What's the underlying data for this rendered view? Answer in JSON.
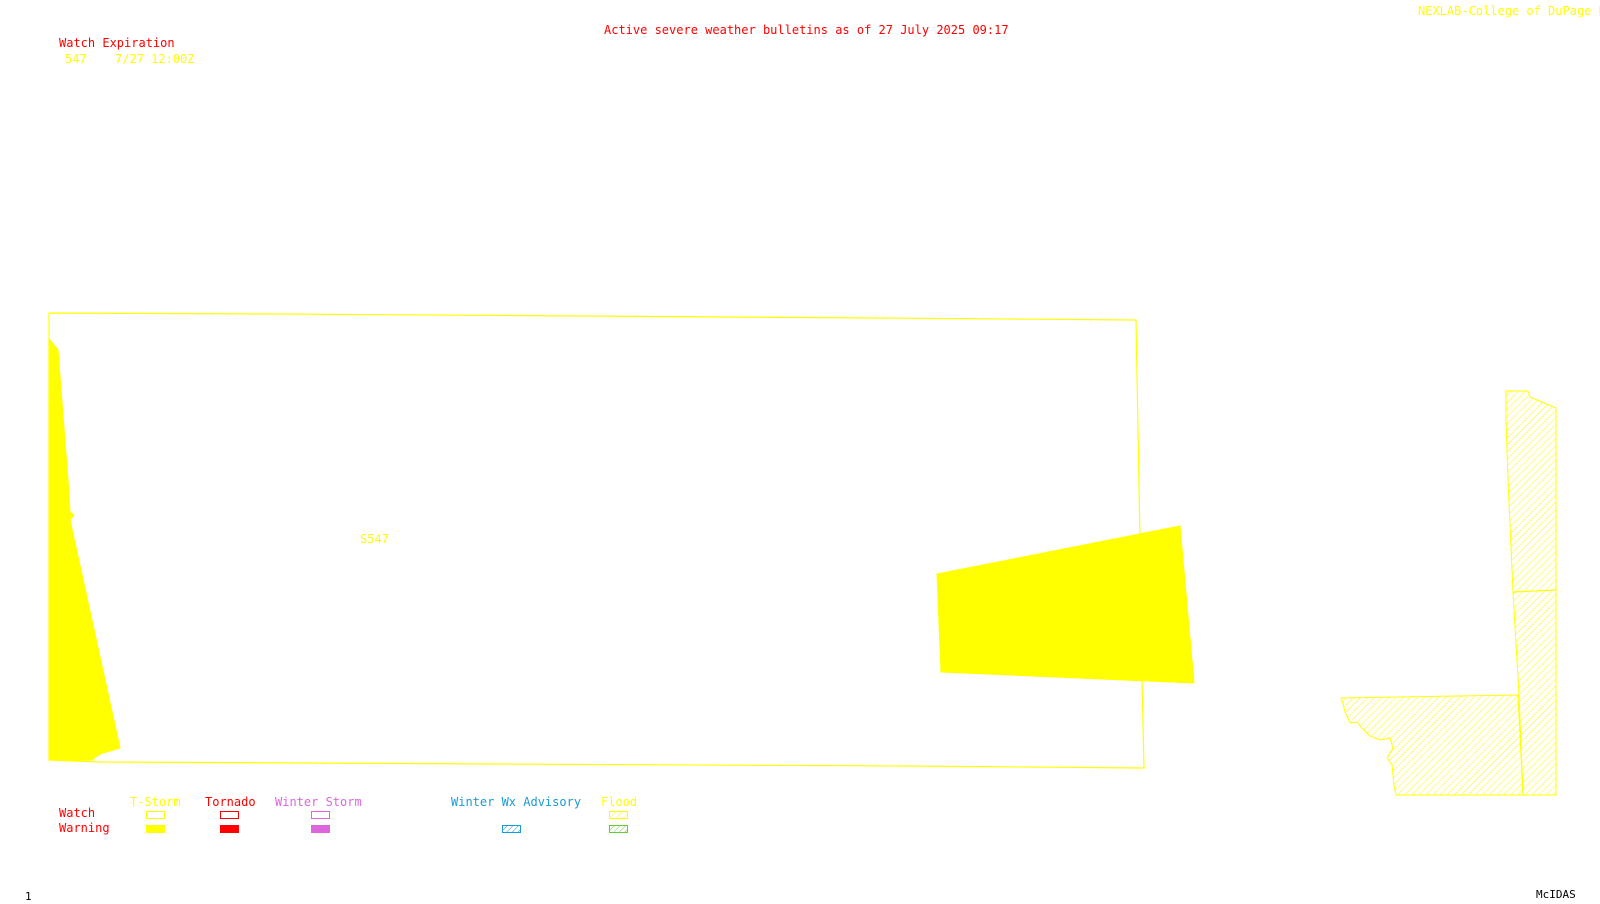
{
  "header": {
    "title": "Active severe weather bulletins as of 27 July 2025 09:17",
    "source": "NEXLAB-College of DuPage R"
  },
  "watch_table": {
    "heading": "Watch Expiration",
    "rows": [
      {
        "watch": "547",
        "expiration": "7/27 12:00Z"
      }
    ]
  },
  "map": {
    "watch_label": "S547"
  },
  "legend": {
    "row_labels": {
      "watch": "Watch",
      "warning": "Warning"
    },
    "categories": [
      {
        "name": "T-Storm",
        "color": "#ffff00"
      },
      {
        "name": "Tornado",
        "color": "#ff0000"
      },
      {
        "name": "Winter Storm",
        "color": "#dd66dd"
      },
      {
        "name": "Winter Wx Advisory",
        "color": "#1a9ad6"
      },
      {
        "name": "Flood",
        "color": "#ffff00",
        "warning_color": "#66cc33"
      }
    ]
  },
  "footer": {
    "frame_number": "1",
    "software": "McIDAS"
  },
  "colors": {
    "header_red": "#ff0000",
    "tstorm_yellow": "#ffff00",
    "background": "#ffffff"
  }
}
